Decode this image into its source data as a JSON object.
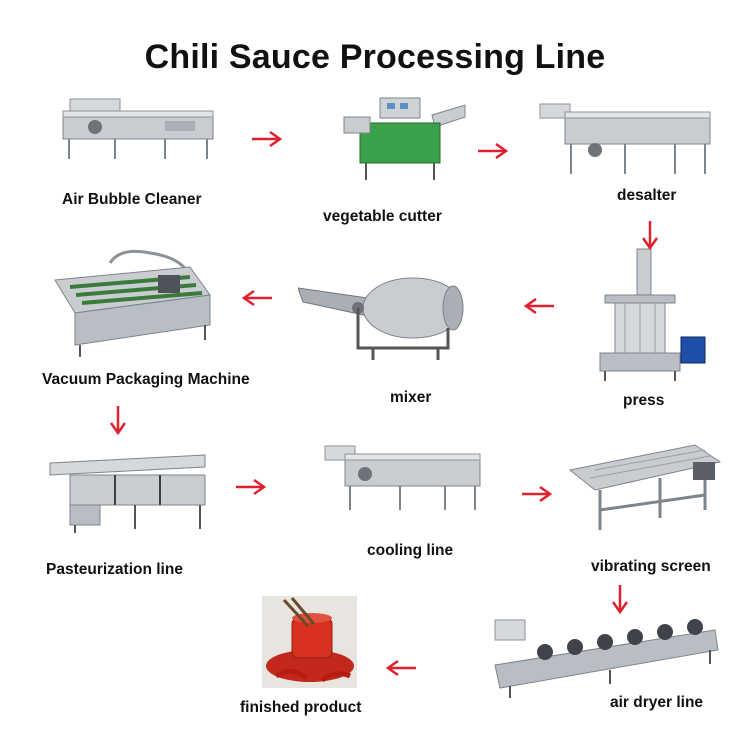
{
  "title": "Chili Sauce Processing Line",
  "colors": {
    "arrow": "#e0202e",
    "steel": "#b8bec4",
    "steel_dark": "#7d858c",
    "cutter_green": "#3aa14a",
    "sauce_red": "#d8301f"
  },
  "steps": [
    {
      "id": "air-bubble-cleaner",
      "label": "Air Bubble Cleaner",
      "icon": "washer-machine"
    },
    {
      "id": "vegetable-cutter",
      "label": "vegetable cutter",
      "icon": "cutter-machine"
    },
    {
      "id": "desalter",
      "label": "desalter",
      "icon": "washer-machine"
    },
    {
      "id": "press",
      "label": "press",
      "icon": "press-machine"
    },
    {
      "id": "mixer",
      "label": "mixer",
      "icon": "mixer-drum"
    },
    {
      "id": "vacuum-packaging-machine",
      "label": "Vacuum Packaging Machine",
      "icon": "vacuum-packer"
    },
    {
      "id": "pasteurization-line",
      "label": "Pasteurization line",
      "icon": "tunnel-line"
    },
    {
      "id": "cooling-line",
      "label": "cooling line",
      "icon": "washer-machine"
    },
    {
      "id": "vibrating-screen",
      "label": "vibrating screen",
      "icon": "screen-table"
    },
    {
      "id": "air-dryer-line",
      "label": "air dryer line",
      "icon": "fan-line"
    },
    {
      "id": "finished-product",
      "label": "finished product",
      "icon": "sauce-jar"
    }
  ]
}
